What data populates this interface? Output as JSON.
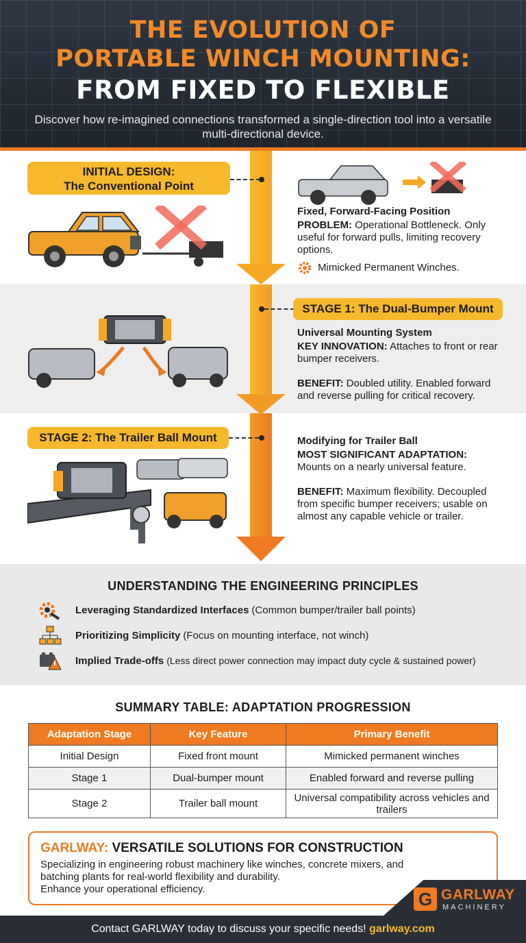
{
  "header": {
    "title_line1": "THE EVOLUTION OF",
    "title_line2": "PORTABLE WINCH MOUNTING:",
    "title_line3": "FROM FIXED TO FLEXIBLE",
    "subtitle": "Discover how re-imagined connections transformed a single-direction tool into a versatile multi-directional device."
  },
  "stages": [
    {
      "label_line1": "INITIAL DESIGN:",
      "label_line2": "The Conventional Point",
      "heading": "Fixed, Forward-Facing Position",
      "key": "PROBLEM:",
      "key_text": "Operational Bottleneck. Only useful for forward pulls, limiting recovery options.",
      "note": "Mimicked Permanent Winches."
    },
    {
      "label": "STAGE 1: The Dual-Bumper Mount",
      "heading": "Universal Mounting System",
      "key": "KEY INNOVATION:",
      "key_text": "Attaches to front or rear bumper receivers.",
      "benefit_key": "BENEFIT:",
      "benefit_text": "Doubled utility. Enabled forward and reverse pulling for critical recovery."
    },
    {
      "label": "STAGE 2: The Trailer Ball Mount",
      "heading": "Modifying for Trailer Ball",
      "key": "MOST SIGNIFICANT ADAPTATION:",
      "key_text": "Mounts on a nearly universal feature.",
      "benefit_key": "BENEFIT:",
      "benefit_text": "Maximum flexibility. Decoupled from specific bumper receivers; usable on almost any capable vehicle or trailer."
    }
  ],
  "engineering": {
    "title": "UNDERSTANDING THE ENGINEERING PRINCIPLES",
    "items": [
      {
        "bold": "Leveraging Standardized Interfaces",
        "text": "(Common bumper/trailer ball points)",
        "icon": "gear-wrench-icon"
      },
      {
        "bold": "Prioritizing Simplicity",
        "text": "(Focus on mounting interface, not winch)",
        "icon": "flowchart-icon"
      },
      {
        "bold": "Implied Trade-offs",
        "text": "(Less direct power connection may impact duty cycle & sustained power)",
        "icon": "battery-warning-icon"
      }
    ]
  },
  "summary": {
    "title": "SUMMARY TABLE: ADAPTATION PROGRESSION",
    "headers": [
      "Adaptation Stage",
      "Key Feature",
      "Primary Benefit"
    ],
    "rows": [
      [
        "Initial Design",
        "Fixed front mount",
        "Mimicked permanent winches"
      ],
      [
        "Stage 1",
        "Dual-bumper mount",
        "Enabled forward and reverse pulling"
      ],
      [
        "Stage 2",
        "Trailer ball mount",
        "Universal compatibility across vehicles and trailers"
      ]
    ]
  },
  "garlway": {
    "brand": "GARLWAY:",
    "headline": "VERSATILE SOLUTIONS FOR CONSTRUCTION",
    "body": "Specializing in engineering robust machinery like winches, concrete mixers, and batching plants for real-world flexibility and durability.",
    "cta": "Enhance your operational efficiency.",
    "logo_letter": "G",
    "logo_name": "GARLWAY",
    "logo_sub": "MACHINERY"
  },
  "footer": {
    "text": "Contact GARLWAY today to discuss your specific needs!",
    "link": "garlway.com"
  },
  "colors": {
    "orange": "#ee7a22",
    "yellow": "#f6b82c",
    "dark": "#2a2f35"
  }
}
